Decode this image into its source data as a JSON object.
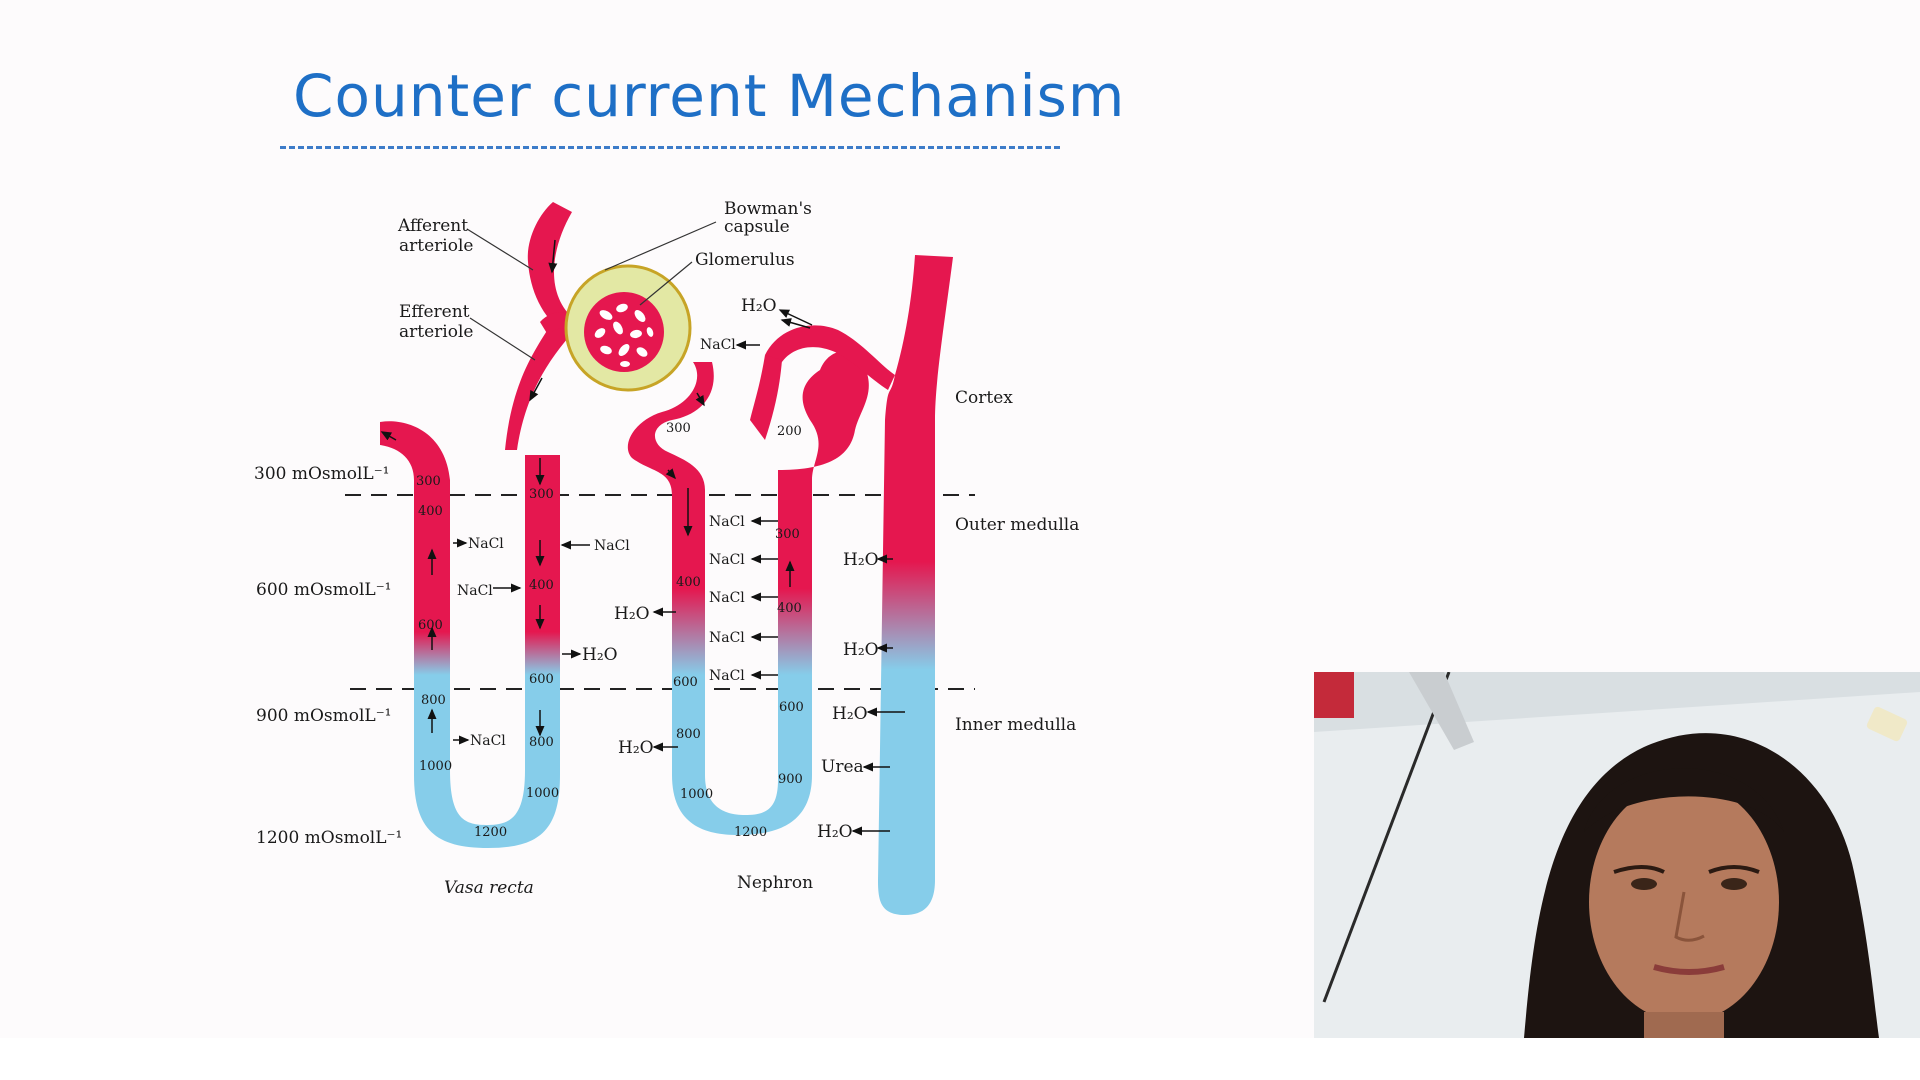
{
  "slide": {
    "title": "Counter current Mechanism"
  },
  "diagram": {
    "labels": {
      "afferent": [
        "Afferent",
        "arteriole"
      ],
      "efferent": [
        "Efferent",
        "arteriole"
      ],
      "bowmans": [
        "Bowman's",
        "capsule"
      ],
      "glomerulus": "Glomerulus",
      "cortex": "Cortex",
      "outer_medulla": "Outer medulla",
      "inner_medulla": "Inner medulla",
      "vasa_recta": "Vasa recta",
      "nephron": "Nephron"
    },
    "osmolarity_levels": [
      "300 mOsmolL⁻¹",
      "600 mOsmolL⁻¹",
      "900 mOsmolL⁻¹",
      "1200 mOsmolL⁻¹"
    ],
    "vasa_recta_values": {
      "desc": [
        "300",
        "400",
        "600",
        "800",
        "1000"
      ],
      "bottom": "1200",
      "asc": [
        "300",
        "400",
        "600",
        "800",
        "1000"
      ]
    },
    "nephron_values": {
      "desc": [
        "300",
        "400",
        "600",
        "800",
        "1000"
      ],
      "bottom": "1200",
      "asc": [
        "200",
        "300",
        "400",
        "600",
        "900"
      ]
    },
    "substances": {
      "nacl": "NaCl",
      "water": "H₂O",
      "urea": "Urea"
    },
    "colors": {
      "oxygenated": "#e5174f",
      "deoxygenated": "#86cdea",
      "capsule": "#e3e8a4",
      "text": "#1a1a1a"
    }
  },
  "webcam": {
    "description_icon": "presenter-video"
  }
}
